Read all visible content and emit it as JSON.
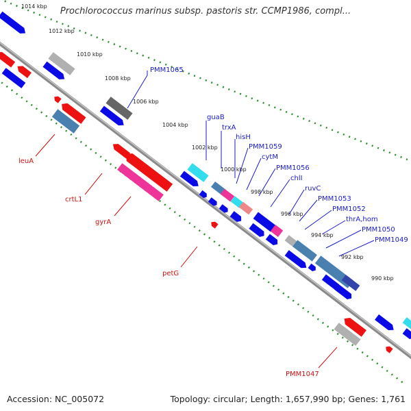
{
  "title": "Prochlorococcus marinus subsp. pastoris str. CCMP1986, compl...",
  "footer": {
    "accession": "Accession: NC_005072",
    "summary": "Topology: circular; Length: 1,657,990 bp; Genes: 1,761"
  },
  "colors": {
    "backbone": "#8a8a8a",
    "tick_dots": "#2e8b2e",
    "forward_label": "#1a1acc",
    "reverse_label": "#cc1111",
    "blue": "#0a0ae6",
    "red": "#ee1111",
    "steel": "#4a80b0",
    "pink": "#ee3399",
    "cyan": "#33ddee",
    "grey": "#b0b0b0",
    "dark_grey": "#666666",
    "salmon": "#ee8888",
    "navy": "#3344aa"
  },
  "ticks": [
    "1014 kbp",
    "1012 kbp",
    "1010 kbp",
    "1008 kbp",
    "1006 kbp",
    "1004 kbp",
    "1002 kbp",
    "1000 kbp",
    "998 kbp",
    "996 kbp",
    "994 kbp",
    "992 kbp",
    "990 kbp"
  ],
  "forward_labels": [
    "PMM1065",
    "guaB",
    "trxA",
    "hisH",
    "PMM1059",
    "cytM",
    "PMM1056",
    "chlI",
    "ruvC",
    "PMM1053",
    "PMM1052",
    "thrA,hom",
    "PMM1050",
    "PMM1049"
  ],
  "reverse_labels": [
    "leuA",
    "crtL1",
    "gyrA",
    "petG",
    "PMM1047"
  ]
}
